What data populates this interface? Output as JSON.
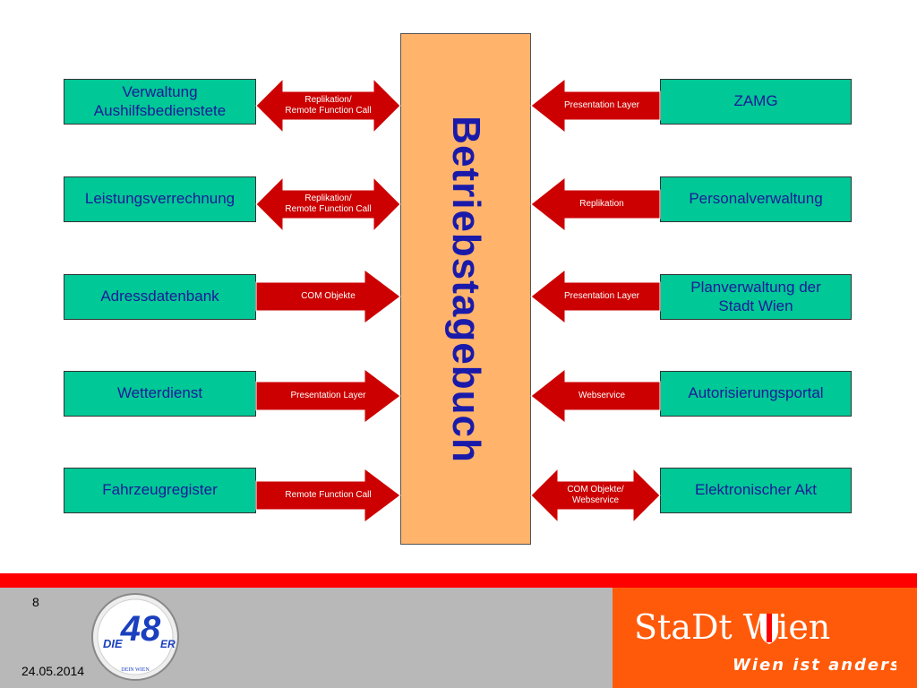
{
  "center": {
    "title": "Betriebstagebuch"
  },
  "left_systems": [
    {
      "name": "Verwaltung\nAushilfsbedienstete",
      "connection": "Replikation/\nRemote Function Call",
      "direction": "both"
    },
    {
      "name": "Leistungsverrechnung",
      "connection": "Replikation/\nRemote Function Call",
      "direction": "both"
    },
    {
      "name": "Adressdatenbank",
      "connection": "COM Objekte",
      "direction": "to-center"
    },
    {
      "name": "Wetterdienst",
      "connection": "Presentation Layer",
      "direction": "to-center"
    },
    {
      "name": "Fahrzeugregister",
      "connection": "Remote Function Call",
      "direction": "to-center"
    }
  ],
  "right_systems": [
    {
      "name": "ZAMG",
      "connection": "Presentation Layer",
      "direction": "to-center"
    },
    {
      "name": "Personalverwaltung",
      "connection": "Replikation",
      "direction": "to-center"
    },
    {
      "name": "Planverwaltung der\nStadt Wien",
      "connection": "Presentation Layer",
      "direction": "to-center"
    },
    {
      "name": "Autorisierungsportal",
      "connection": "Webservice",
      "direction": "to-center"
    },
    {
      "name": "Elektronischer Akt",
      "connection": "COM Objekte/\nWebservice",
      "direction": "both"
    }
  ],
  "footer": {
    "page_number": "8",
    "date": "24.05.2014",
    "logo48": {
      "left_text": "DIE",
      "number": "48",
      "right_text": "ER",
      "small_text": "DEIN WIEN"
    },
    "stadt_logo": {
      "name": "StaDt Wien",
      "slogan": "Wien ist anders"
    }
  },
  "colors": {
    "system_box": "#00c896",
    "center_box": "#ffb36b",
    "arrow": "#cc0000",
    "text_blue": "#1a1a99",
    "footer_red": "#ff0000",
    "footer_gray": "#b8b8b8",
    "footer_orange": "#ff5a0a"
  }
}
